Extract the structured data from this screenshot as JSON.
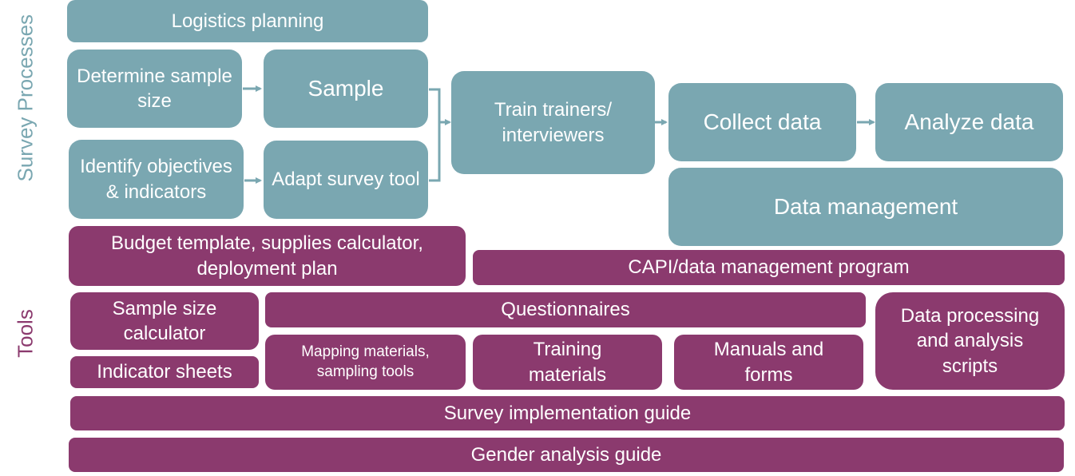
{
  "side_labels": {
    "survey_processes": "Survey Processes",
    "tools": "Tools"
  },
  "process": {
    "logistics_planning": "Logistics planning",
    "determine_sample_size": "Determine sample size",
    "sample": "Sample",
    "identify_objectives": "Identify objectives & indicators",
    "adapt_survey_tool": "Adapt survey tool",
    "train_trainers": "Train trainers/ interviewers",
    "collect_data": "Collect data",
    "analyze_data": "Analyze data",
    "data_management": "Data management"
  },
  "tools": {
    "budget_template": "Budget template, supplies calculator, deployment plan",
    "capi_program": "CAPI/data management program",
    "sample_size_calculator": "Sample size calculator",
    "questionnaires": "Questionnaires",
    "data_processing_scripts": "Data processing and analysis scripts",
    "indicator_sheets": "Indicator sheets",
    "mapping_materials": "Mapping materials, sampling tools",
    "training_materials": "Training materials",
    "manuals_forms": "Manuals and forms",
    "survey_implementation_guide": "Survey implementation guide",
    "gender_analysis_guide": "Gender analysis guide"
  },
  "colors": {
    "process": "#7aa7b1",
    "tool": "#8b3a6e",
    "process_label": "#7aa7b1",
    "tools_label": "#8b3a6e",
    "arrow": "#7aa7b1"
  }
}
